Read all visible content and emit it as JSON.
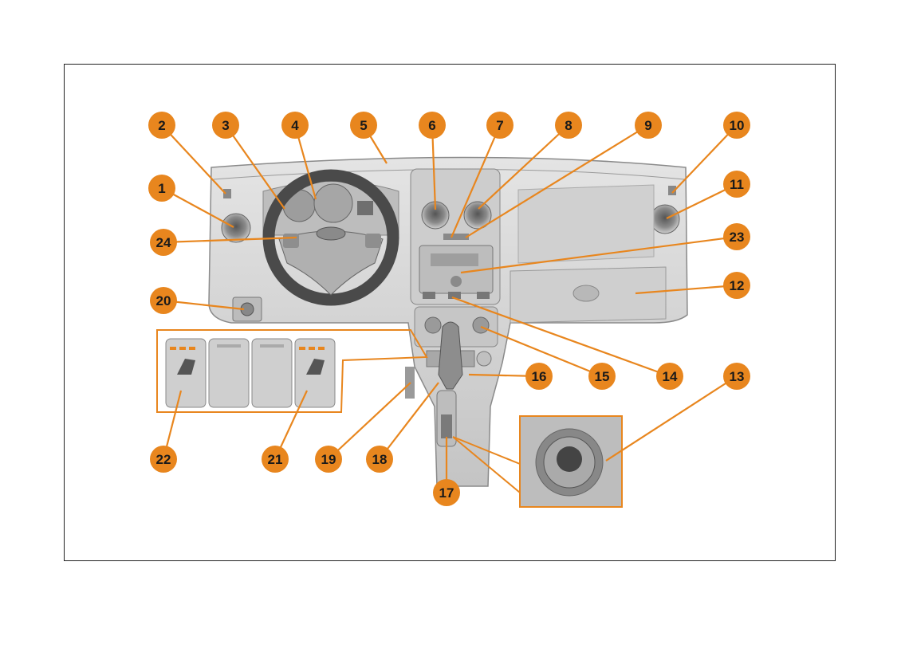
{
  "colors": {
    "callout_fill": "#E8861E",
    "callout_text": "#1a1a1a",
    "leader_line": "#E8861E",
    "dashboard": "#d6d6d6",
    "dashboard_dark": "#a9a9a9",
    "frame": "#222222"
  },
  "callouts": [
    {
      "label": "1"
    },
    {
      "label": "2"
    },
    {
      "label": "3"
    },
    {
      "label": "4"
    },
    {
      "label": "5"
    },
    {
      "label": "6"
    },
    {
      "label": "7"
    },
    {
      "label": "8"
    },
    {
      "label": "9"
    },
    {
      "label": "10"
    },
    {
      "label": "11"
    },
    {
      "label": "12"
    },
    {
      "label": "13"
    },
    {
      "label": "14"
    },
    {
      "label": "15"
    },
    {
      "label": "16"
    },
    {
      "label": "17"
    },
    {
      "label": "18"
    },
    {
      "label": "19"
    },
    {
      "label": "20"
    },
    {
      "label": "21"
    },
    {
      "label": "22"
    },
    {
      "label": "23"
    },
    {
      "label": "24"
    }
  ]
}
